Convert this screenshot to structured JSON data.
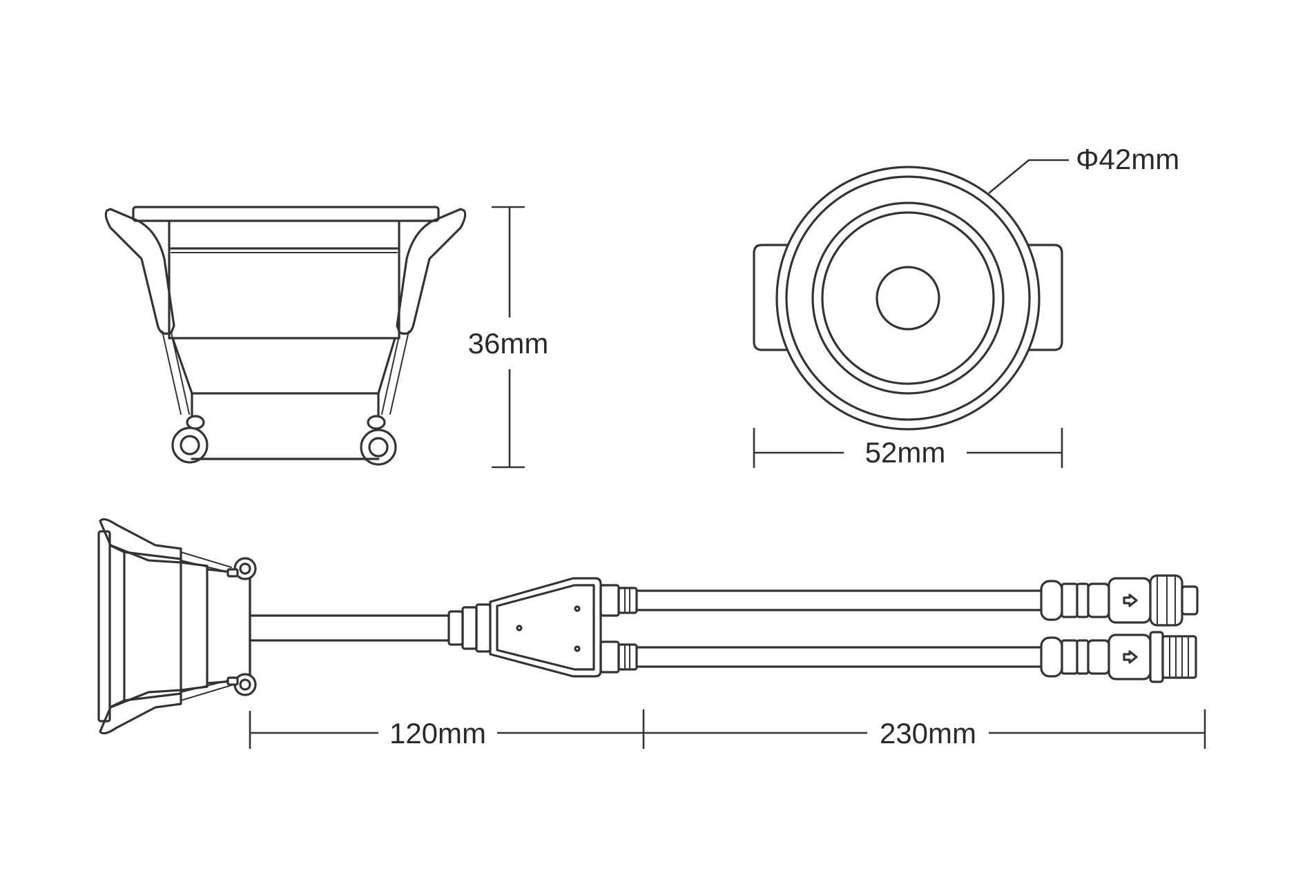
{
  "diagram": {
    "labels": {
      "height": "36mm",
      "diameter": "Φ42mm",
      "width": "52mm",
      "cable_main": "120mm",
      "cable_split": "230mm"
    },
    "colors": {
      "line": "#333333",
      "text": "#2a2a2a",
      "background": "#ffffff"
    }
  }
}
